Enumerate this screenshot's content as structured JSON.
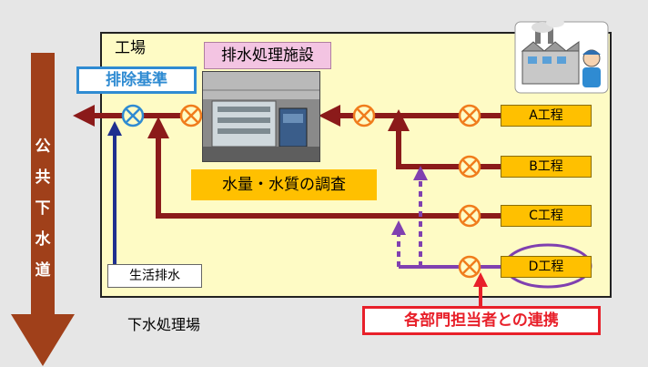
{
  "factory_label": "工場",
  "facility_label": "排水処理施設",
  "standard_label": "排除基準",
  "survey_label": "水量・水質の調査",
  "processes": [
    "A工程",
    "B工程",
    "C工程",
    "D工程"
  ],
  "domestic_label": "生活排水",
  "plant_label": "下水処理場",
  "coordination_label": "各部門担当者との連携",
  "sewer_chars": [
    "公",
    "共",
    "下",
    "水",
    "道"
  ],
  "icons": {
    "valve": "valve-icon",
    "factory": "factory-building-icon",
    "worker": "worker-icon",
    "photo": "treatment-facility-photo"
  },
  "colors": {
    "factory_bg": "#fefbc5",
    "sewer_arrow": "#a0401a",
    "drain_line": "#8b1a1a",
    "domestic_line": "#1f2f8f",
    "survey_line": "#8040b0",
    "valve": "#f07c1c",
    "process_box": "#ffc000",
    "standard": "#2f8bd2",
    "coordination": "#e8202a"
  }
}
